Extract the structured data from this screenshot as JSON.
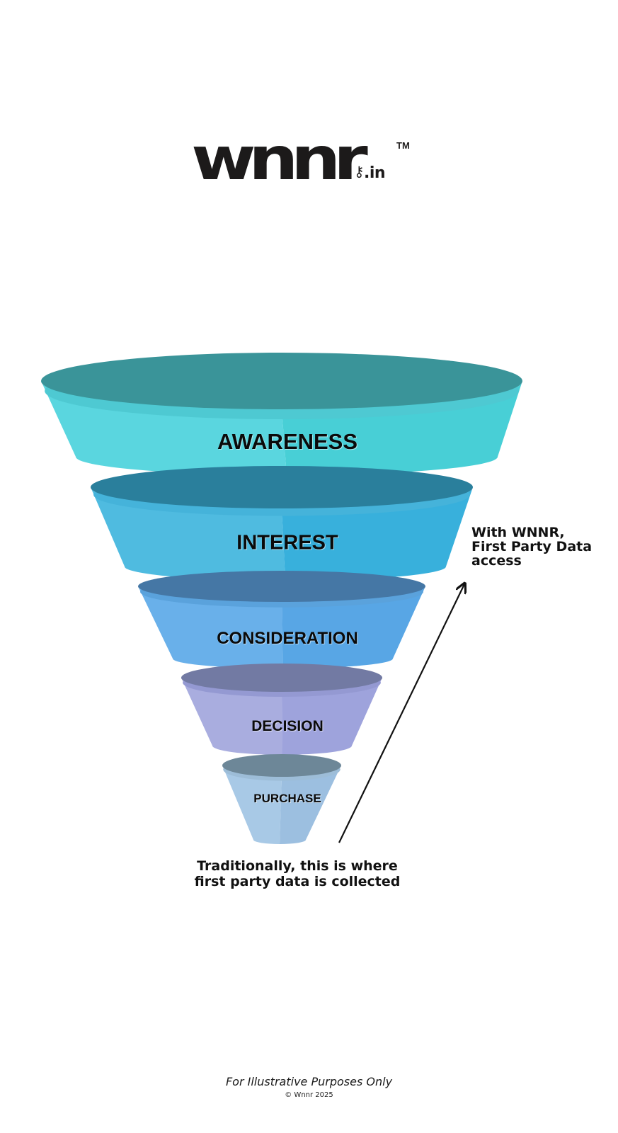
{
  "brand": {
    "wordmark": "wnnr",
    "tld": ".in",
    "key_icon": "key-icon",
    "trademark": "TM"
  },
  "funnel": {
    "stages": [
      {
        "label": "AWARENESS",
        "top_color": "#3a9499",
        "body_left": "#5ad6df",
        "body_right": "#48cfd6",
        "rim_color": "#4ec9d2"
      },
      {
        "label": "INTEREST",
        "top_color": "#2a7f9c",
        "body_left": "#4fbbe0",
        "body_right": "#38b0dc",
        "rim_color": "#45b3da"
      },
      {
        "label": "CONSIDERATION",
        "top_color": "#4577a5",
        "body_left": "#69b0ea",
        "body_right": "#58a6e5",
        "rim_color": "#5aa2dc"
      },
      {
        "label": "DECISION",
        "top_color": "#727aa3",
        "body_left": "#a9addf",
        "body_right": "#9ea3dc",
        "rim_color": "#9499d2"
      },
      {
        "label": "PURCHASE",
        "top_color": "#6d8798",
        "body_left": "#a8c9e6",
        "body_right": "#9cbfe0",
        "rim_color": "#9dbdd8"
      }
    ]
  },
  "annotations": {
    "right_note": [
      "With WNNR,",
      "First Party Data",
      "access"
    ],
    "bottom_note": [
      "Traditionally, this is where",
      "first party data is collected"
    ],
    "arrow_color": "#111111"
  },
  "footer": {
    "disclaimer": "For Illustrative Purposes Only",
    "copyright": "© Wnnr 2025"
  }
}
